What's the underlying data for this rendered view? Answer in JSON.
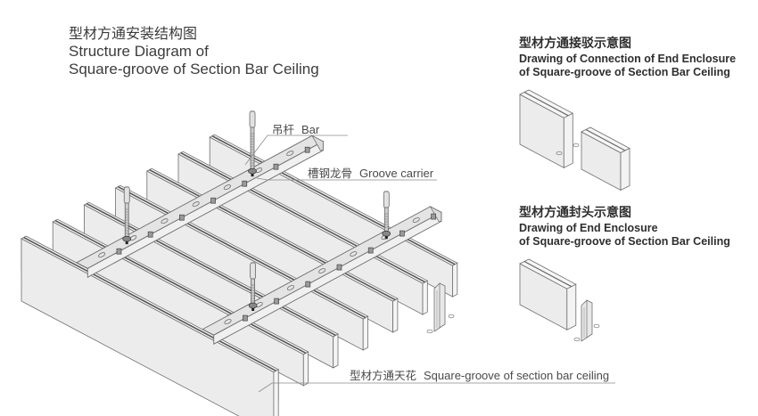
{
  "main_title": {
    "zh": "型材方通安装结构图",
    "en_line1": "Structure Diagram of",
    "en_line2": "Square-groove of Section Bar Ceiling"
  },
  "connection_diagram": {
    "zh": "型材方通接驳示意图",
    "en_line1": "Drawing of Connection of End Enclosure",
    "en_line2": "of Square-groove of Section Bar Ceiling"
  },
  "end_enclosure_diagram": {
    "zh": "型材方通封头示意图",
    "en_line1": "Drawing of End Enclosure",
    "en_line2": "of Square-groove of Section Bar Ceiling"
  },
  "callouts": {
    "bar": {
      "zh": "吊杆",
      "en": "Bar"
    },
    "groove_carrier": {
      "zh": "槽钢龙骨",
      "en": "Groove carrier"
    },
    "ceiling": {
      "zh": "型材方通天花",
      "en": "Square-groove of section bar ceiling"
    }
  },
  "components": {
    "panel_count": 7,
    "carrier_count": 2,
    "hanger_rod_count": 4
  },
  "colors": {
    "line": "#6e6e6e",
    "panel_face": "#ececec",
    "panel_top": "#f6f6f6",
    "carrier": "#e4e4e4",
    "text": "#3c3c3c"
  }
}
